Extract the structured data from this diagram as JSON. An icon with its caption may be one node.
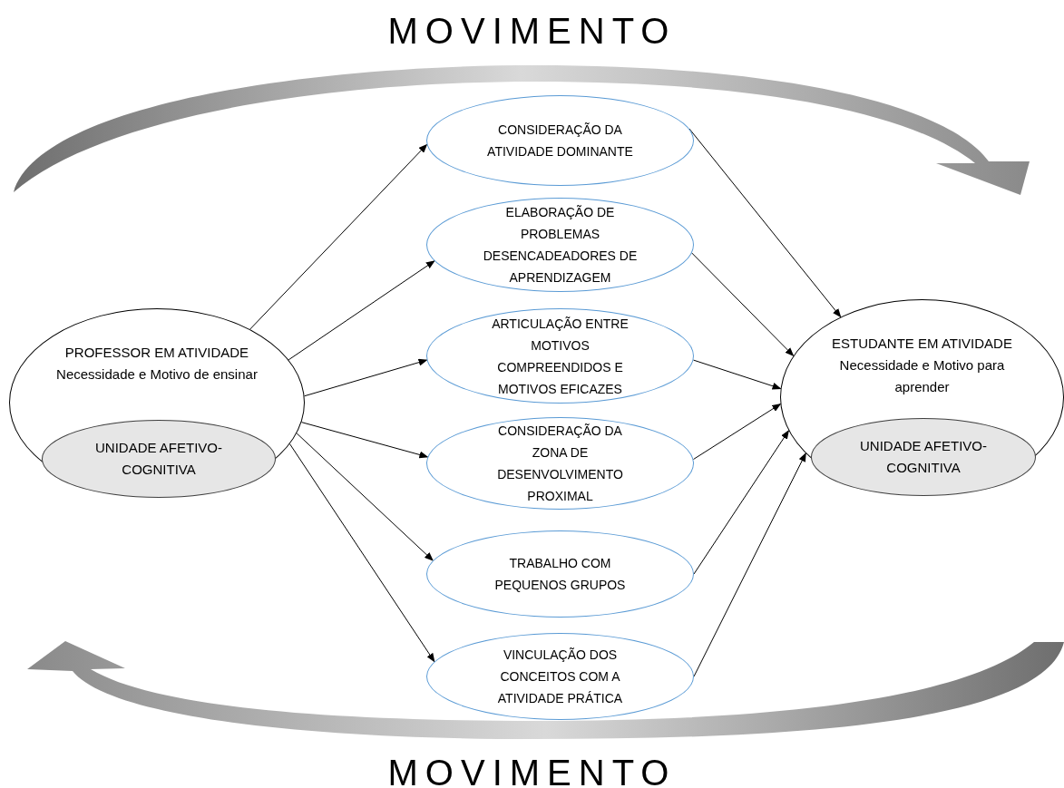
{
  "diagram": {
    "nodes": [
      {
        "text": [
          "PROFESSOR EM ATIVIDADE",
          "Necessidade e Motivo de ensinar"
        ]
      },
      {
        "text": [
          "UNIDADE AFETIVO-COGNITIVA"
        ],
        "in": 0
      },
      {
        "text": [
          "CONSIDERAÇÃO DA ATIVIDADE DOMINANTE"
        ]
      },
      {
        "text": [
          "ELABORAÇÃO DE PROBLEMAS DESENCADEADORES DE APRENDIZAGEM"
        ]
      },
      {
        "text": [
          "ARTICULAÇÃO ENTRE MOTIVOS COMPREENDIDOS E MOTIVOS EFICAZES"
        ]
      },
      {
        "text": [
          "CONSIDERAÇÃO DA ZONA DE DESENVOLVIMENTO PROXIMAL"
        ]
      },
      {
        "text": [
          "TRABALHO COM PEQUENOS GRUPOS"
        ]
      },
      {
        "text": [
          "VINCULAÇÃO DOS CONCEITOS COM A ATIVIDADE PRÁTICA"
        ]
      },
      {
        "text": [
          "ESTUDANTE EM ATIVIDADE",
          "Necessidade e Motivo para aprender"
        ]
      },
      {
        "text": [
          "UNIDADE AFETIVO-COGNITIVA"
        ],
        "in": 8
      }
    ],
    "edges": [
      {
        "from": 0,
        "to": 2,
        "arrow": "to"
      },
      {
        "from": 0,
        "to": 3,
        "arrow": "to"
      },
      {
        "from": 0,
        "to": 4,
        "arrow": "to"
      },
      {
        "from": 0,
        "to": 5,
        "arrow": "to"
      },
      {
        "from": 0,
        "to": 6,
        "arrow": "to"
      },
      {
        "from": 0,
        "to": 7,
        "arrow": "to"
      },
      {
        "from": 2,
        "to": 8,
        "arrow": "to"
      },
      {
        "from": 3,
        "to": 8,
        "arrow": "to"
      },
      {
        "from": 4,
        "to": 8,
        "arrow": "to"
      },
      {
        "from": 5,
        "to": 8,
        "arrow": "to"
      },
      {
        "from": 6,
        "to": 8,
        "arrow": "to"
      },
      {
        "from": 7,
        "to": 8,
        "arrow": "to"
      }
    ],
    "labels": [
      "MOVIMENTO",
      "MOVIMENTO"
    ]
  }
}
